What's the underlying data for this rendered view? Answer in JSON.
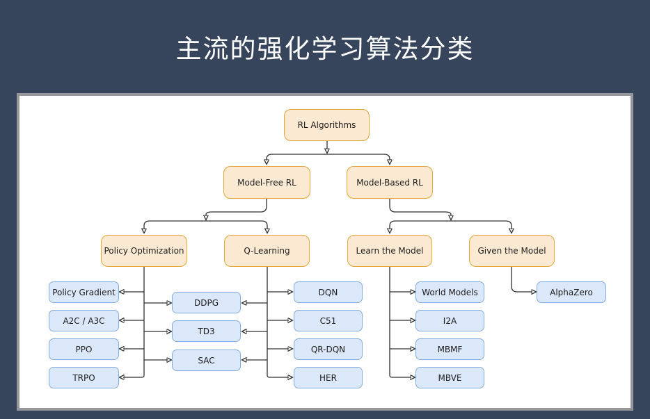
{
  "title": "主流的强化学习算法分类",
  "colors": {
    "bg": "#36445C",
    "panel-border": "#95979A",
    "orange-fill": "#FCE9D2",
    "orange-border": "#E5A33C",
    "blue-fill": "#DBE8FA",
    "blue-border": "#84ACDE",
    "edge": "#2E2E2E",
    "node-text": "#1C1C1C",
    "title-color": "#FFFFFF"
  },
  "diagram": {
    "root": {
      "label": "RL Algorithms"
    },
    "level2": [
      {
        "label": "Model-Free RL"
      },
      {
        "label": "Model-Based RL"
      }
    ],
    "level3": [
      {
        "label": "Policy Optimization"
      },
      {
        "label": "Q-Learning"
      },
      {
        "label": "Learn the Model"
      },
      {
        "label": "Given the Model"
      }
    ],
    "policy_optimization_leaves": [
      "Policy Gradient",
      "A2C / A3C",
      "PPO",
      "TRPO"
    ],
    "shared_leaves": [
      "DDPG",
      "TD3",
      "SAC"
    ],
    "q_learning_leaves": [
      "DQN",
      "C51",
      "QR-DQN",
      "HER"
    ],
    "learn_the_model_leaves": [
      "World Models",
      "I2A",
      "MBMF",
      "MBVE"
    ],
    "given_the_model_leaves": [
      "AlphaZero"
    ]
  }
}
